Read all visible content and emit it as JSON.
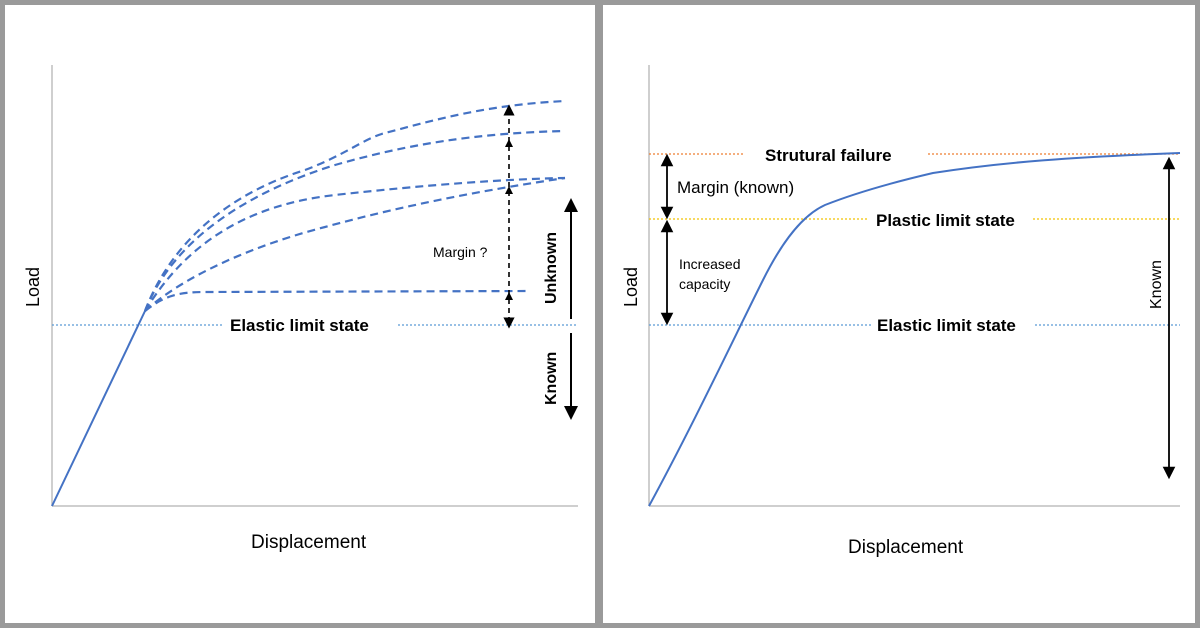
{
  "left_panel": {
    "x_axis_label": "Displacement",
    "y_axis_label": "Load",
    "elastic_label": "Elastic limit state",
    "margin_label": "Margin ?",
    "unknown_label": "Unknown",
    "known_label": "Known"
  },
  "right_panel": {
    "x_axis_label": "Displacement",
    "y_axis_label": "Load",
    "failure_label": "Strutural failure",
    "plastic_label": "Plastic limit state",
    "elastic_label": "Elastic limit state",
    "margin_label": "Margin (known)",
    "capacity_label_line1": "Increased",
    "capacity_label_line2": "capacity",
    "known_label": "Known"
  },
  "colors": {
    "curve": "#4472c4",
    "elastic_line": "#5b9bd5",
    "plastic_line": "#f2c200",
    "failure_line": "#ed7d31",
    "axis": "#bfbfbf",
    "text": "#000000",
    "background": "#9a9a9a"
  }
}
